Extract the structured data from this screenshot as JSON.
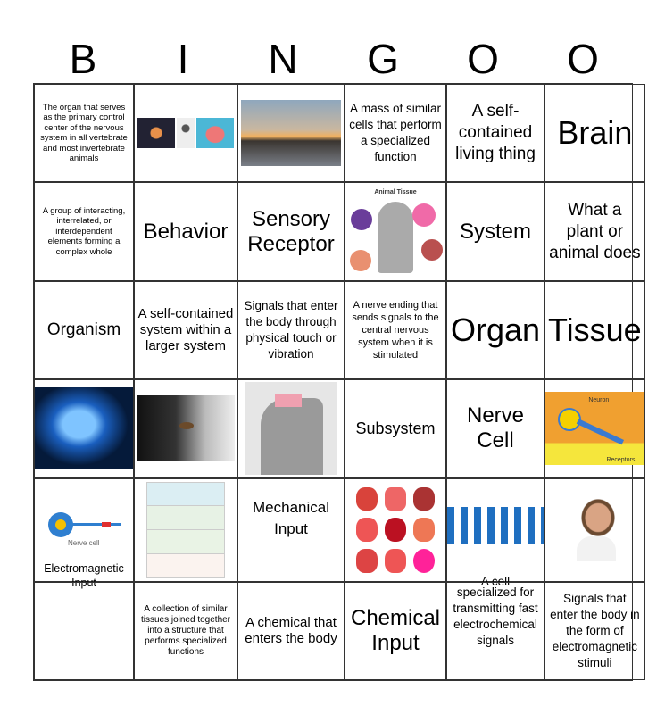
{
  "header": [
    "B",
    "I",
    "N",
    "G",
    "O",
    "O"
  ],
  "cells": [
    {
      "text": "The organ that serves as the primary control center of the nervous system in all vertebrate and most invertebrate animals"
    },
    {
      "image": "systems-collage-image"
    },
    {
      "image": "birds-sunset-image"
    },
    {
      "text": "A mass of similar cells that perform a specialized function"
    },
    {
      "text": "A self-contained living thing"
    },
    {
      "text": "Brain"
    },
    {
      "text": "A group of interacting, interrelated, or interdependent elements forming a complex whole"
    },
    {
      "text": "Behavior"
    },
    {
      "text": "Sensory Receptor"
    },
    {
      "image": "animal-tissue-diagram",
      "caption": "Animal Tissue"
    },
    {
      "text": "System"
    },
    {
      "text": "What a plant or animal does"
    },
    {
      "text": "Organism"
    },
    {
      "text": "A self-contained system within a larger system"
    },
    {
      "text": "Signals that enter the body through physical touch or vibration"
    },
    {
      "text": "A nerve ending that sends signals to the central nervous system when it is stimulated"
    },
    {
      "text": "Organ"
    },
    {
      "text": "Tissue"
    },
    {
      "image": "brain-image"
    },
    {
      "image": "eye-closeup-image"
    },
    {
      "image": "nasal-cavity-diagram"
    },
    {
      "text": "Subsystem"
    },
    {
      "text": "Nerve Cell"
    },
    {
      "image": "neuron-receptor-diagram",
      "caption": "Neuron",
      "caption2": "Receptors"
    },
    {
      "image": "nerve-cell-diagram",
      "caption": "Nerve cell",
      "text": "Electromagnetic Input"
    },
    {
      "image": "ecosystem-levels-diagram"
    },
    {
      "text": "Mechanical Input"
    },
    {
      "image": "organs-grid-image"
    },
    {
      "image": "human-body-systems-image",
      "text": "A cell"
    },
    {
      "image": "boy-listening-image"
    },
    {
      "text": "A collection of similar tissues joined together into a structure that performs specialized functions"
    },
    {
      "text": "A chemical that enters the body"
    },
    {
      "text": "Chemical Input"
    },
    {
      "text": "specialized for transmitting fast electrochemical signals"
    },
    {
      "text": "Signals that enter the body in the form of electromagnetic stimuli"
    },
    {
      "text": ""
    }
  ]
}
